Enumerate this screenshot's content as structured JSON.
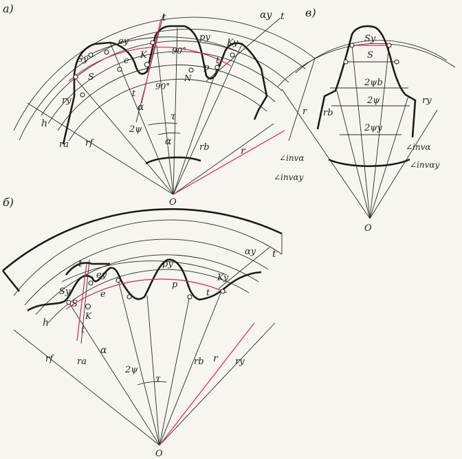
{
  "colors": {
    "ink": "#1b1b1b",
    "accent": "#e0205a",
    "paper": "#f6f5f0"
  },
  "panel_a": {
    "caption": "а)",
    "labels": {
      "t_top": "t",
      "t_right": "t",
      "t_lower": "t",
      "t_mid": "t",
      "alpha_y": "αy",
      "e_y": "ey",
      "p_y": "py",
      "K_y": "Ky",
      "S_y": "Sy",
      "S": "S",
      "e": "e",
      "K": "K",
      "p": "p",
      "N": "N",
      "angle_90_top": "90°",
      "angle_90_bottom": "90°",
      "r_y": "ry",
      "h": "h",
      "r_f": "rf",
      "r_a": "ra",
      "r_b": "rb",
      "r": "r",
      "two_psi": "2ψ",
      "tau": "τ",
      "alpha": "α",
      "alpha_mid": "α",
      "O": "O"
    }
  },
  "panel_b": {
    "caption": "б)",
    "labels": {
      "t_top": "t",
      "t_right": "t",
      "t_mid": "t",
      "t_lower": "t",
      "alpha_y": "αy",
      "S_y": "Sy",
      "e_y": "ey",
      "p_y": "py",
      "K_y": "Ky",
      "S": "S",
      "e": "e",
      "K": "K",
      "p": "p",
      "h": "h",
      "r_f": "rf",
      "r_a": "ra",
      "r_b": "rb",
      "r": "r",
      "r_y": "ry",
      "alpha": "α",
      "two_psi": "2ψ",
      "tau": "τ",
      "O": "O"
    }
  },
  "panel_v": {
    "caption": "в)",
    "labels": {
      "S_y": "Sy",
      "S": "S",
      "two_psi_b": "2ψb",
      "two_psi": "2ψ",
      "two_psi_y": "2ψy",
      "r_y": "ry",
      "r": "r",
      "r_b": "rb",
      "inv_alpha_left": "∠invα",
      "inv_alpha_right": "∠invα",
      "inv_alpha_y_left": "∠invαy",
      "inv_alpha_y_right": "∠invαy",
      "O": "O"
    }
  }
}
